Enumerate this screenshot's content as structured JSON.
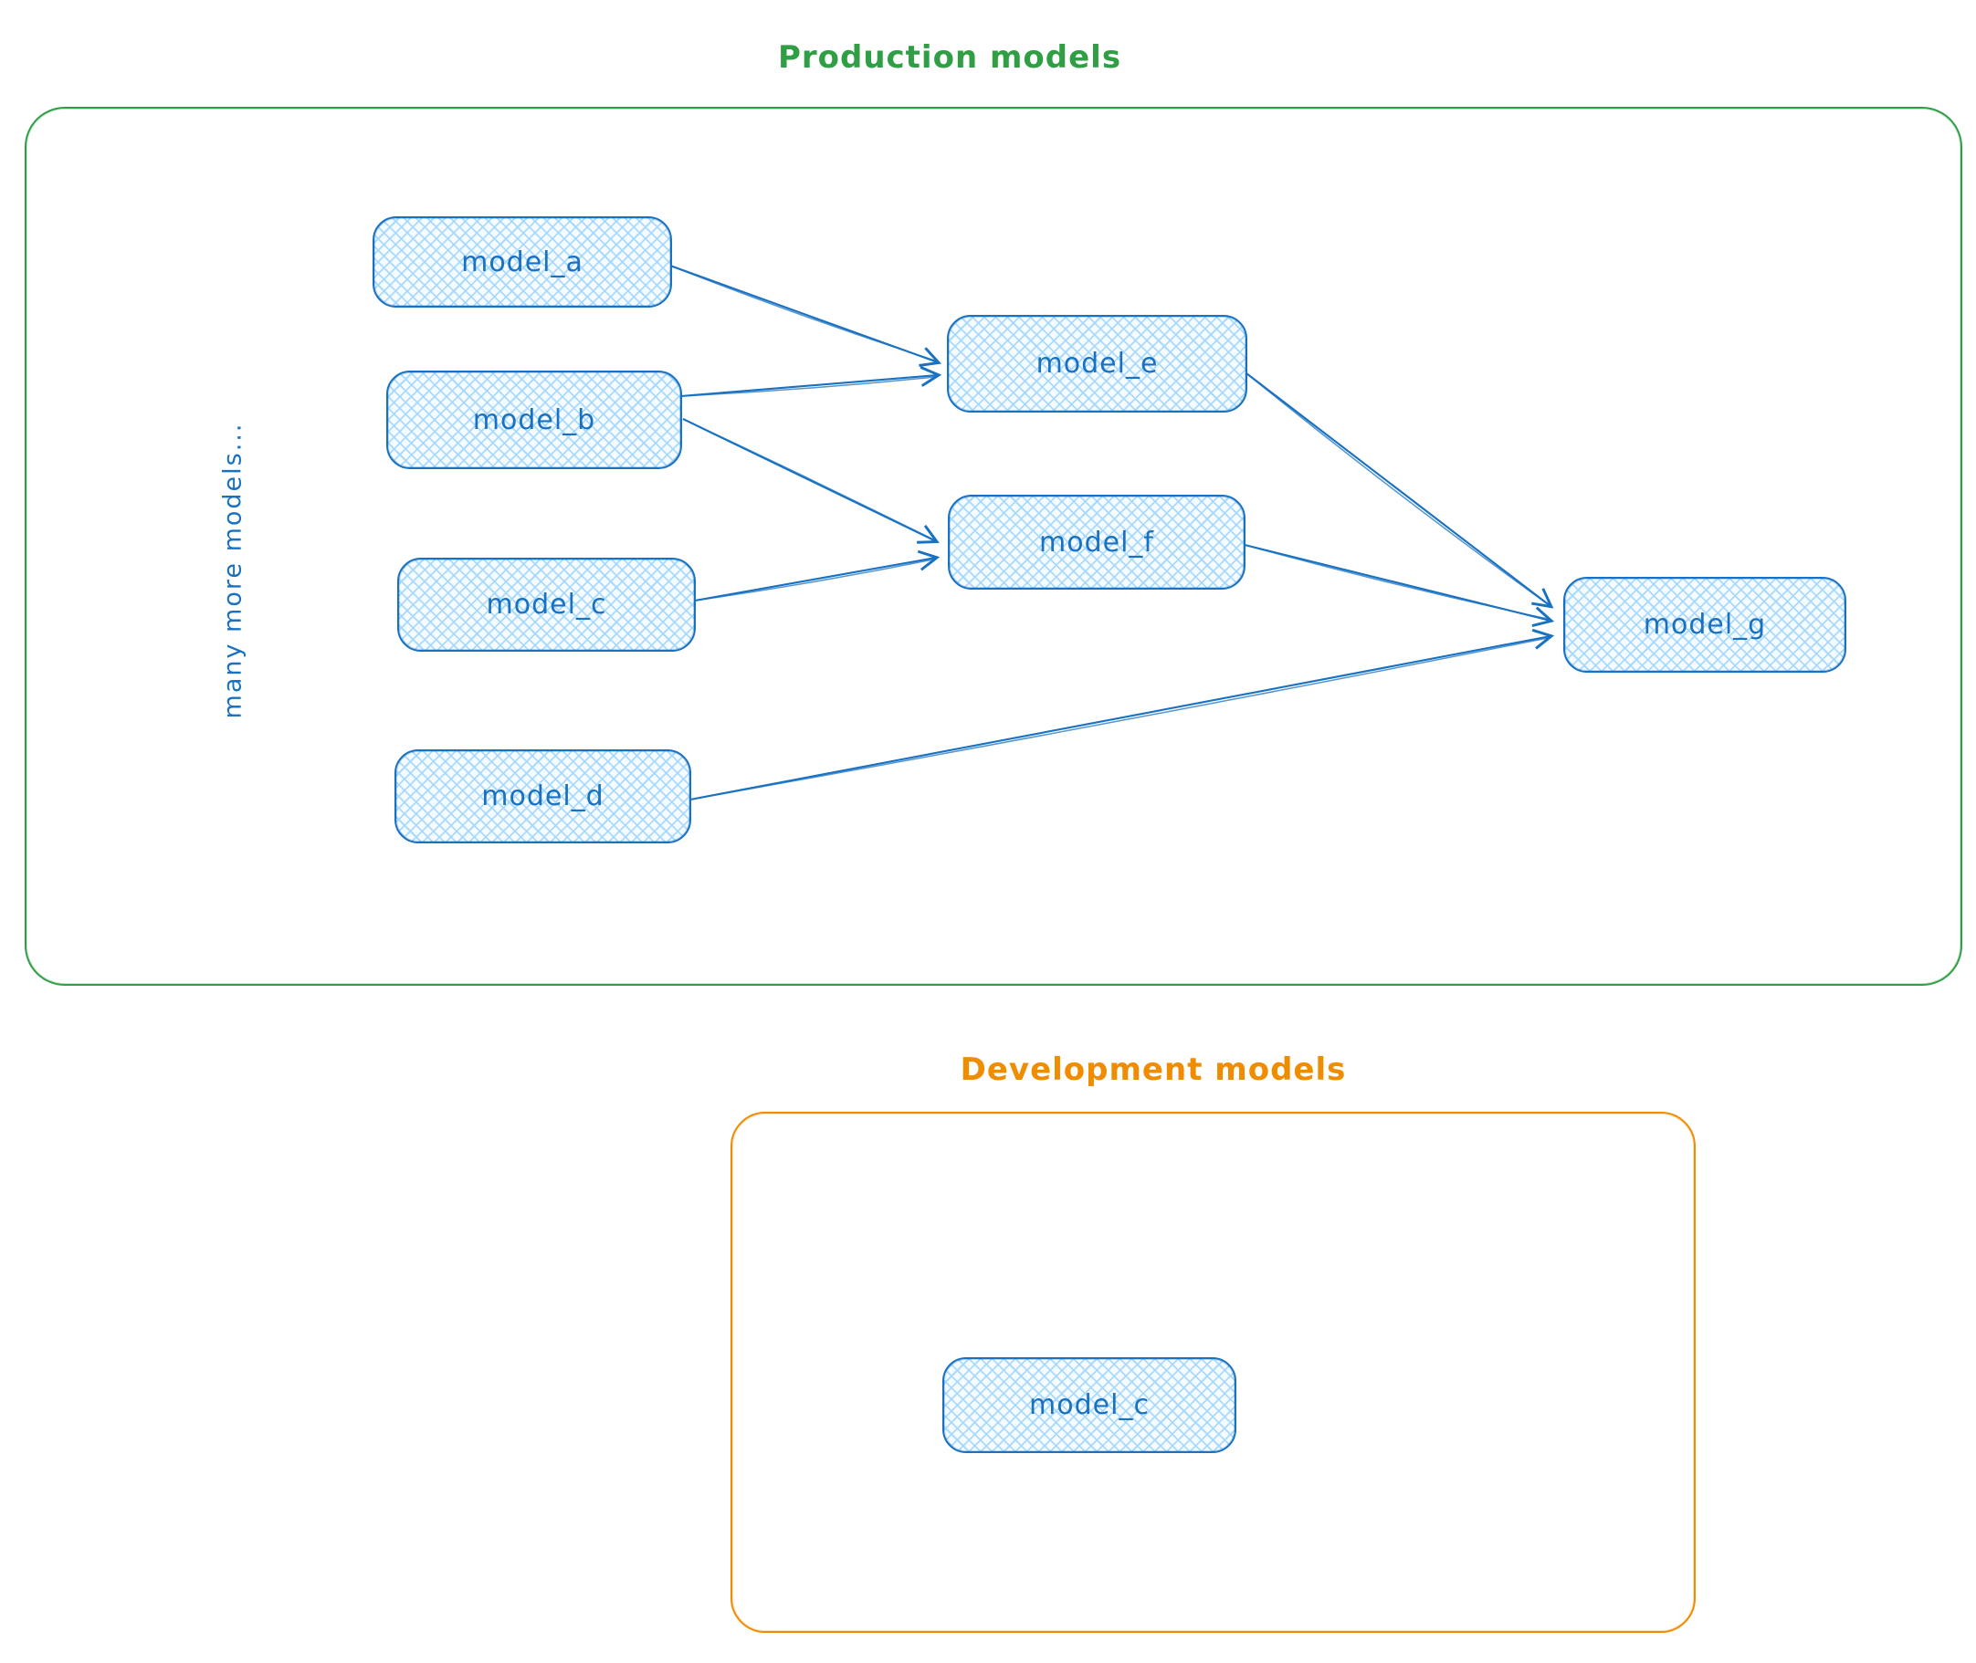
{
  "colors": {
    "node_stroke": "#1971c2",
    "node_fill": "#a5d8ff",
    "production_accent": "#2f9e44",
    "development_accent": "#f08c00"
  },
  "production": {
    "title": "Production models",
    "side_note": "many more models...",
    "nodes": {
      "a": {
        "label": "model_a"
      },
      "b": {
        "label": "model_b"
      },
      "c": {
        "label": "model_c"
      },
      "d": {
        "label": "model_d"
      },
      "e": {
        "label": "model_e"
      },
      "f": {
        "label": "model_f"
      },
      "g": {
        "label": "model_g"
      }
    }
  },
  "development": {
    "title": "Development models",
    "nodes": {
      "c": {
        "label": "model_c"
      }
    }
  },
  "edges": [
    {
      "from": "model_a",
      "to": "model_e"
    },
    {
      "from": "model_b",
      "to": "model_e"
    },
    {
      "from": "model_b",
      "to": "model_f"
    },
    {
      "from": "model_c",
      "to": "model_f"
    },
    {
      "from": "model_e",
      "to": "model_g"
    },
    {
      "from": "model_f",
      "to": "model_g"
    },
    {
      "from": "model_d",
      "to": "model_g"
    }
  ]
}
